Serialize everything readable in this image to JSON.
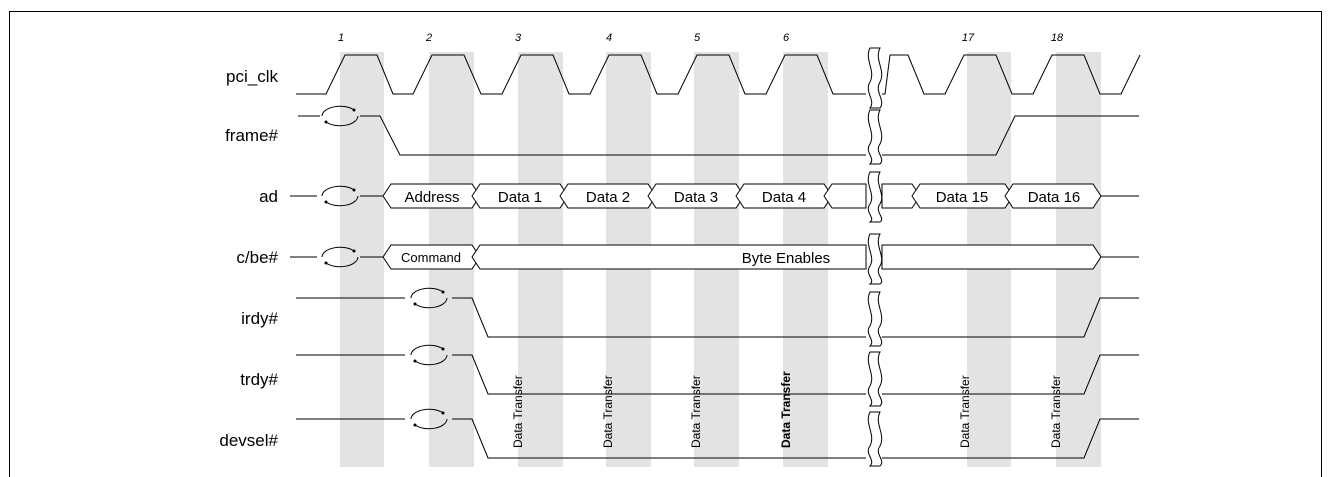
{
  "clock_numbers": [
    "1",
    "2",
    "3",
    "4",
    "5",
    "6",
    "17",
    "18"
  ],
  "signals": [
    {
      "id": "pci_clk",
      "label": "pci_clk"
    },
    {
      "id": "frame",
      "label": "frame#"
    },
    {
      "id": "ad",
      "label": "ad"
    },
    {
      "id": "cbe",
      "label": "c/be#"
    },
    {
      "id": "irdy",
      "label": "irdy#"
    },
    {
      "id": "trdy",
      "label": "trdy#"
    },
    {
      "id": "devsel",
      "label": "devsel#"
    }
  ],
  "ad_bus": {
    "address": "Address",
    "data": [
      "Data 1",
      "Data 2",
      "Data 3",
      "Data 4",
      "Data 15",
      "Data 16"
    ]
  },
  "cbe_bus": {
    "command": "Command",
    "byte_enables": "Byte Enables"
  },
  "data_transfer_label": "Data Transfer"
}
